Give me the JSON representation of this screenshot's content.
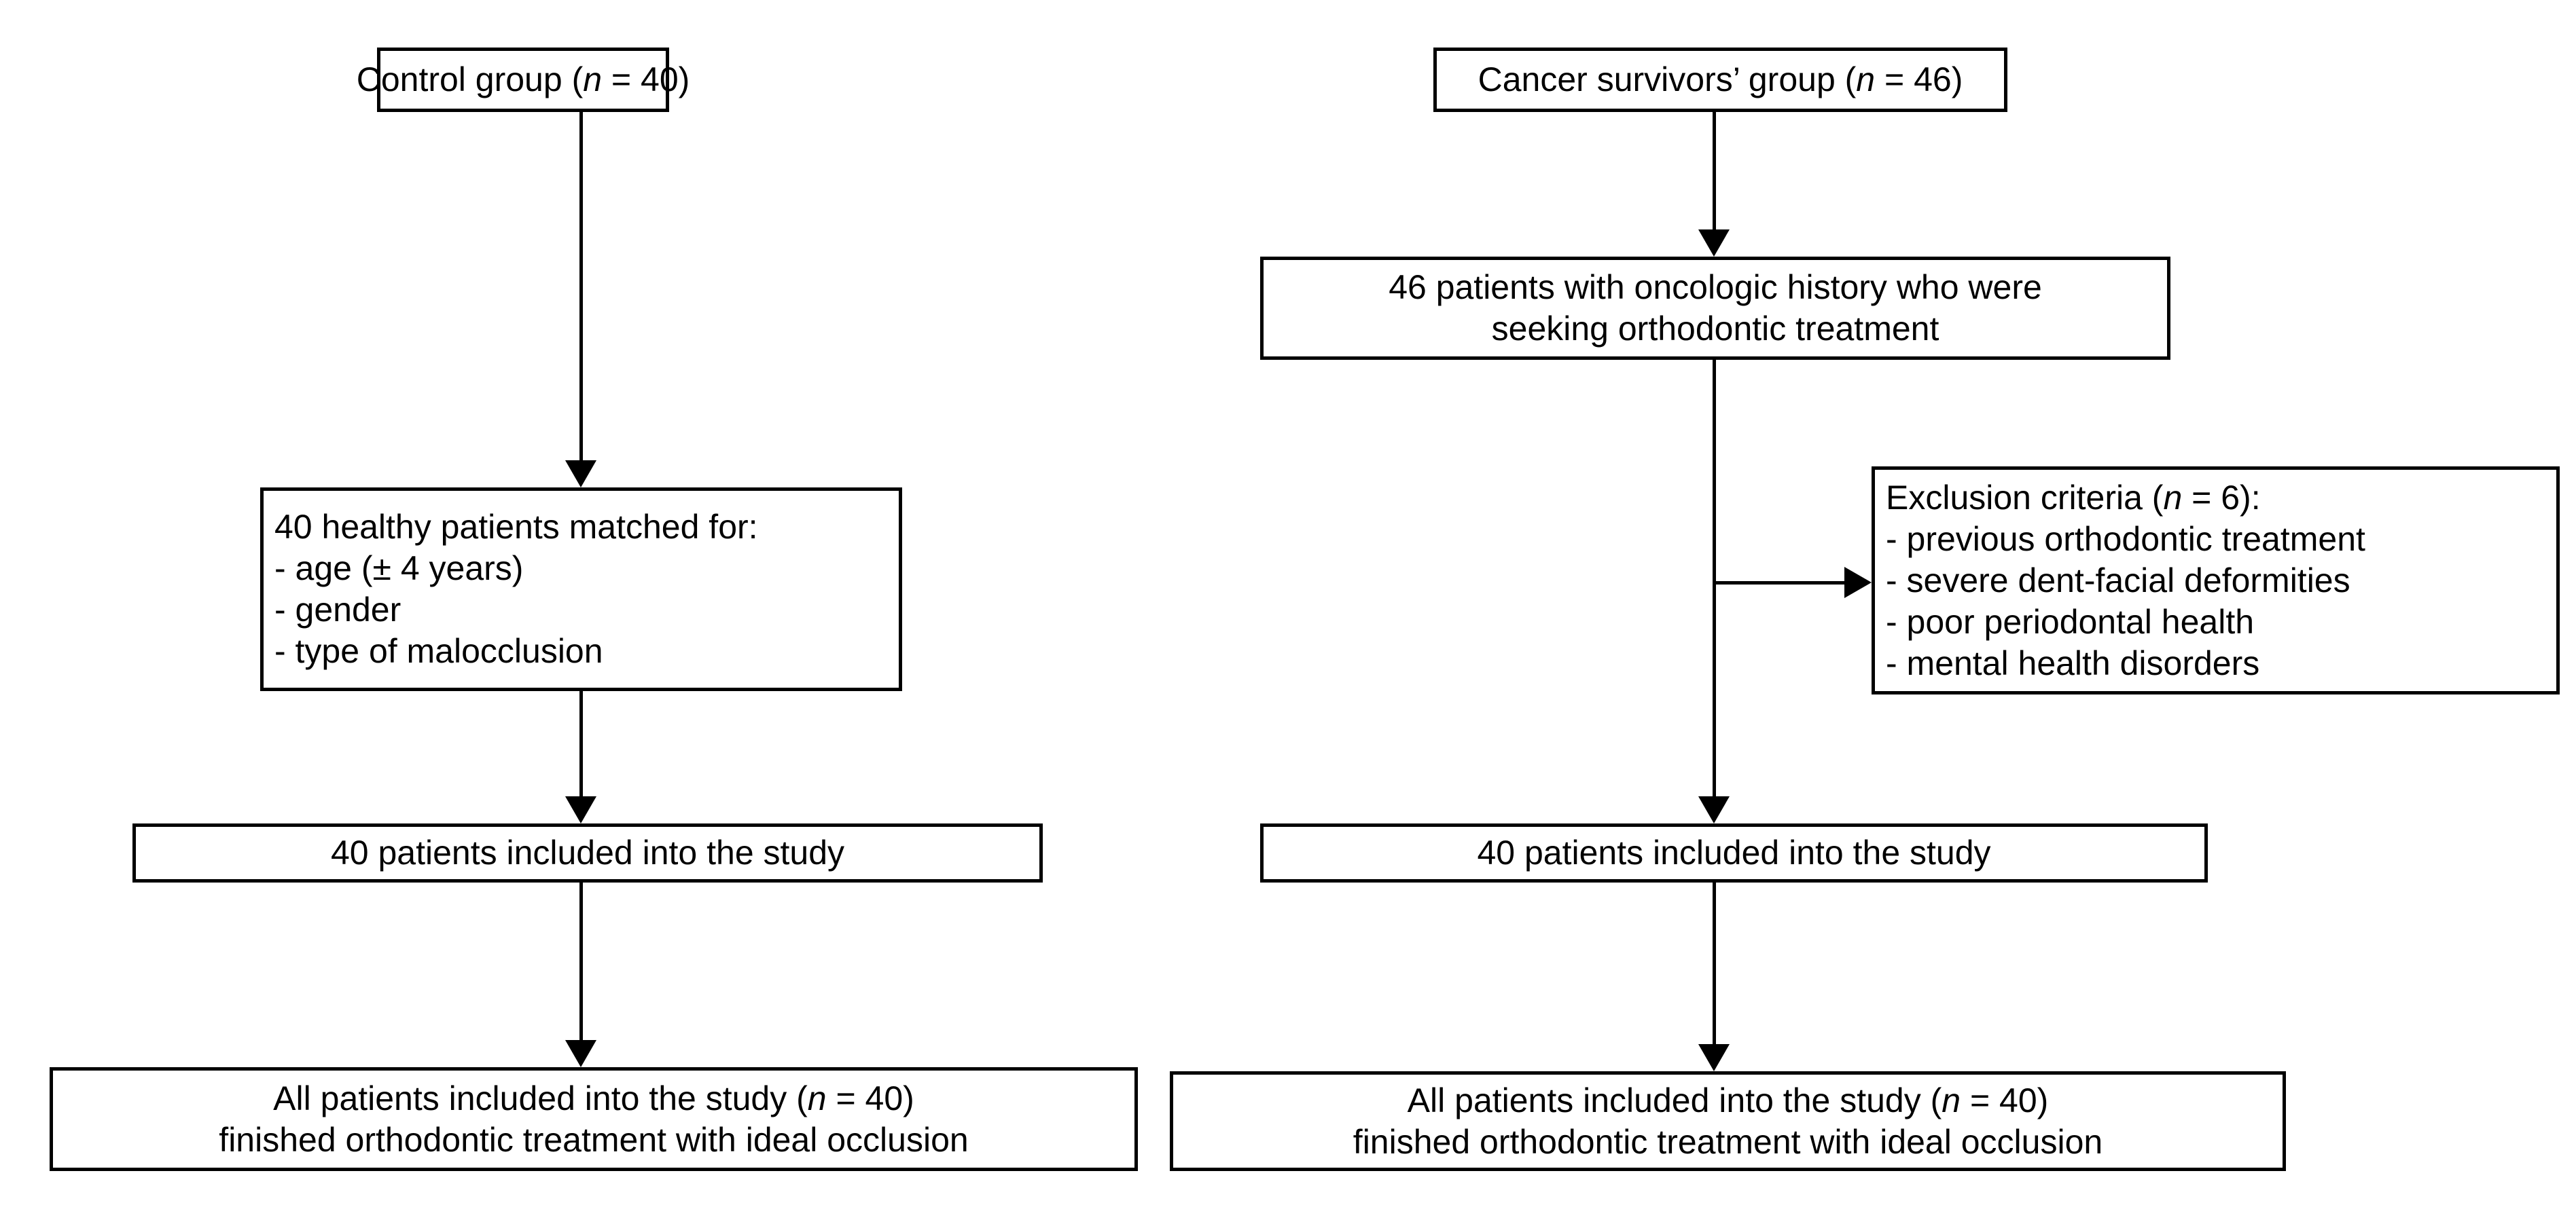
{
  "diagram": {
    "type": "study-flow-chart",
    "colors": {
      "stroke": "#000000",
      "fill": "#ffffff",
      "text": "#000000"
    },
    "nodes": {
      "control_group": {
        "lines": [
          "Control group (<em>n</em> = 40)"
        ]
      },
      "cancer_group": {
        "lines": [
          "Cancer survivors’ group (<em>n</em> = 46)"
        ]
      },
      "oncologic_history": {
        "lines": [
          "46 patients with oncologic history who were",
          "seeking orthodontic treatment"
        ]
      },
      "healthy_matched": {
        "lines": [
          "40 healthy patients matched for:",
          "- age (± 4 years)",
          "- gender",
          "- type of malocclusion"
        ]
      },
      "exclusion_criteria": {
        "lines": [
          "Exclusion criteria (<em>n</em> = 6):",
          "- previous orthodontic treatment",
          "- severe dent-facial deformities",
          "- poor periodontal health",
          "- mental health disorders"
        ]
      },
      "included_left": {
        "lines": [
          "40 patients included into the study"
        ]
      },
      "included_right": {
        "lines": [
          "40 patients included into the study"
        ]
      },
      "final_left": {
        "lines": [
          "All patients included into the study (<em>n</em> = 40)",
          "finished orthodontic treatment with ideal occlusion"
        ]
      },
      "final_right": {
        "lines": [
          "All patients included into the study (<em>n</em> = 40)",
          "finished orthodontic treatment with ideal occlusion"
        ]
      }
    },
    "edges": [
      {
        "name": "control-to-healthy",
        "kind": "arrow-down"
      },
      {
        "name": "healthy-to-included",
        "kind": "arrow-down"
      },
      {
        "name": "included-to-final-left",
        "kind": "arrow-down"
      },
      {
        "name": "cancer-to-oncologic",
        "kind": "arrow-down"
      },
      {
        "name": "oncologic-to-included",
        "kind": "arrow-down"
      },
      {
        "name": "oncologic-to-exclusion",
        "kind": "arrow-right"
      },
      {
        "name": "included-to-final-right",
        "kind": "arrow-down"
      }
    ]
  }
}
